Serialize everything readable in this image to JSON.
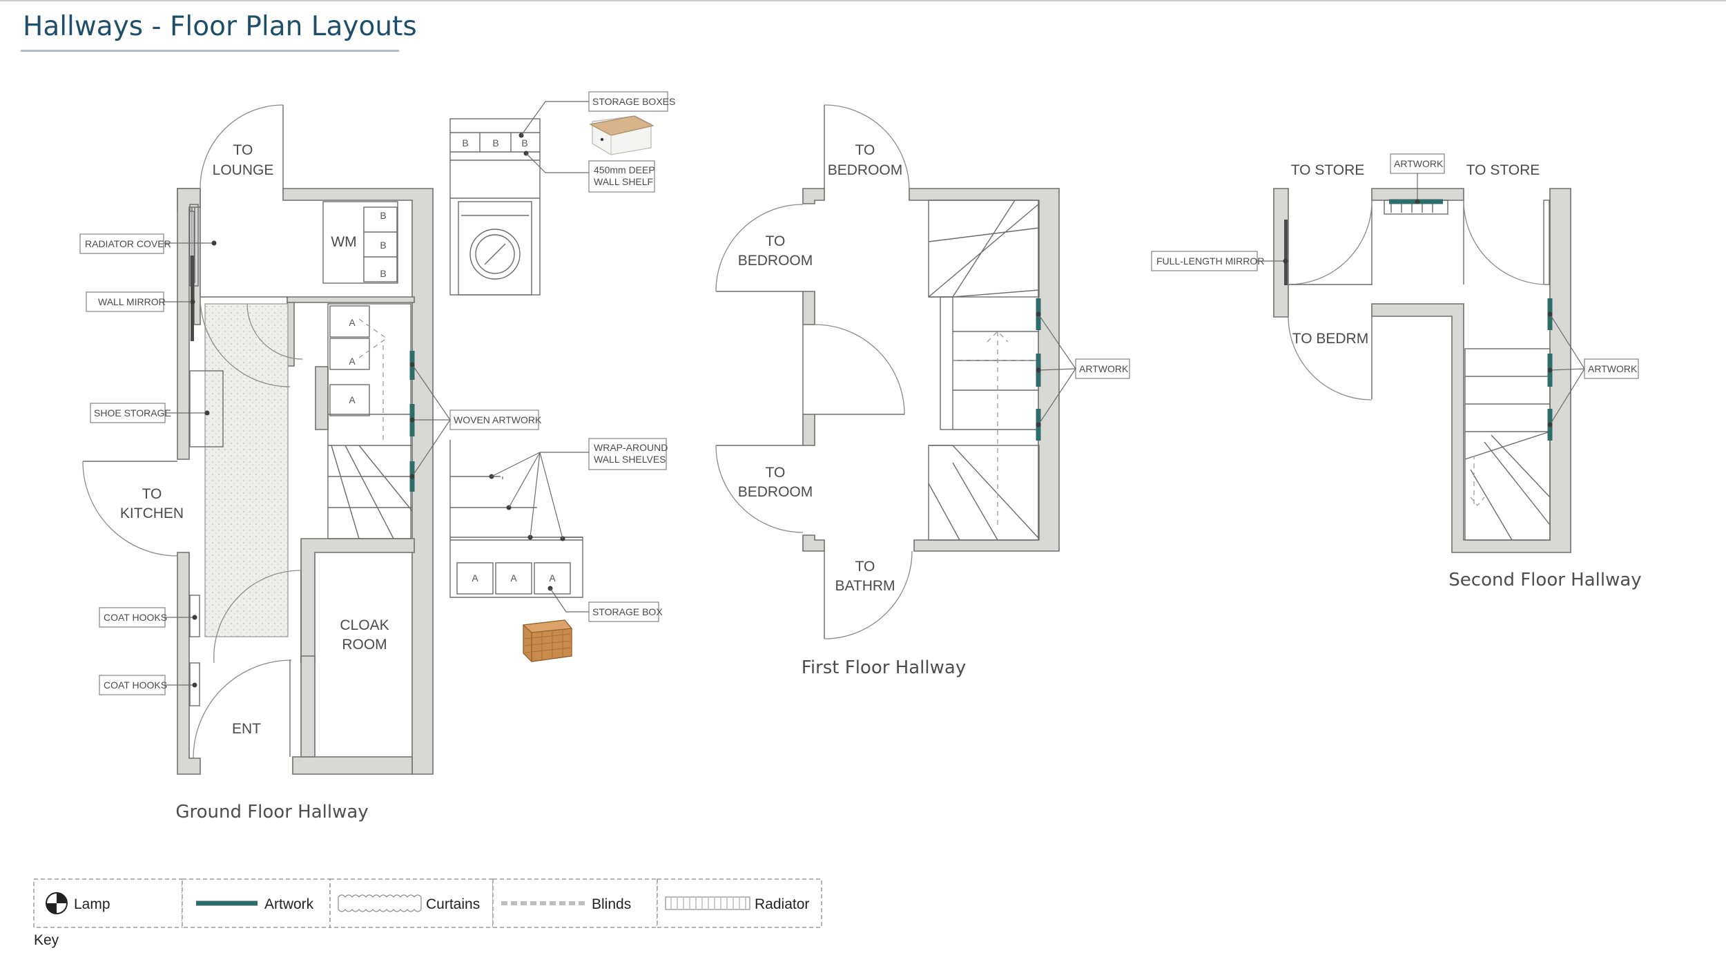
{
  "page": {
    "title": "Hallways - Floor Plan Layouts"
  },
  "plans": {
    "ground": {
      "caption": "Ground Floor Hallway",
      "rooms": {
        "to_lounge": [
          "TO",
          "LOUNGE"
        ],
        "to_kitchen": [
          "TO",
          "KITCHEN"
        ],
        "wm": "WM",
        "cloak_room": [
          "CLOAK",
          "ROOM"
        ],
        "ent": "ENT"
      },
      "labels": {
        "radiator_cover": "RADIATOR COVER",
        "wall_mirror": "WALL MIRROR",
        "shoe_storage": "SHOE STORAGE",
        "coat_hooks_1": "COAT HOOKS",
        "coat_hooks_2": "COAT HOOKS",
        "woven_artwork": "WOVEN ARTWORK",
        "storage_boxes": "STORAGE BOXES",
        "deep_shelf": [
          "450mm DEEP",
          "WALL SHELF"
        ],
        "wrap_shelves": [
          "WRAP-AROUND",
          "WALL SHELVES"
        ],
        "storage_box": "STORAGE BOX"
      },
      "box_marks": {
        "b": "B",
        "a": "A"
      }
    },
    "first": {
      "caption": "First Floor Hallway",
      "rooms": {
        "to_bedroom_top": [
          "TO",
          "BEDROOM"
        ],
        "to_bedroom_left1": [
          "TO",
          "BEDROOM"
        ],
        "to_bedroom_left2": [
          "TO",
          "BEDROOM"
        ],
        "to_bathrm": [
          "TO",
          "BATHRM"
        ]
      },
      "labels": {
        "artwork": "ARTWORK"
      }
    },
    "second": {
      "caption": "Second Floor Hallway",
      "rooms": {
        "to_store_left": "TO STORE",
        "to_store_right": "TO STORE",
        "to_bedrm": "TO BEDRM"
      },
      "labels": {
        "artwork_top": "ARTWORK",
        "full_mirror": "FULL-LENGTH MIRROR",
        "artwork_right": "ARTWORK"
      }
    }
  },
  "key": {
    "caption": "Key",
    "items": [
      {
        "name": "lamp",
        "label": "Lamp"
      },
      {
        "name": "artwork",
        "label": "Artwork"
      },
      {
        "name": "curtains",
        "label": "Curtains"
      },
      {
        "name": "blinds",
        "label": "Blinds"
      },
      {
        "name": "radiator",
        "label": "Radiator"
      }
    ]
  },
  "colors": {
    "title": "#1f4e6b",
    "wall_fill": "#d8d8d5",
    "artwork": "#2e6e6a",
    "storage_box_wicker": "#c98b4b",
    "storage_box_lid": "#d8b48a"
  }
}
